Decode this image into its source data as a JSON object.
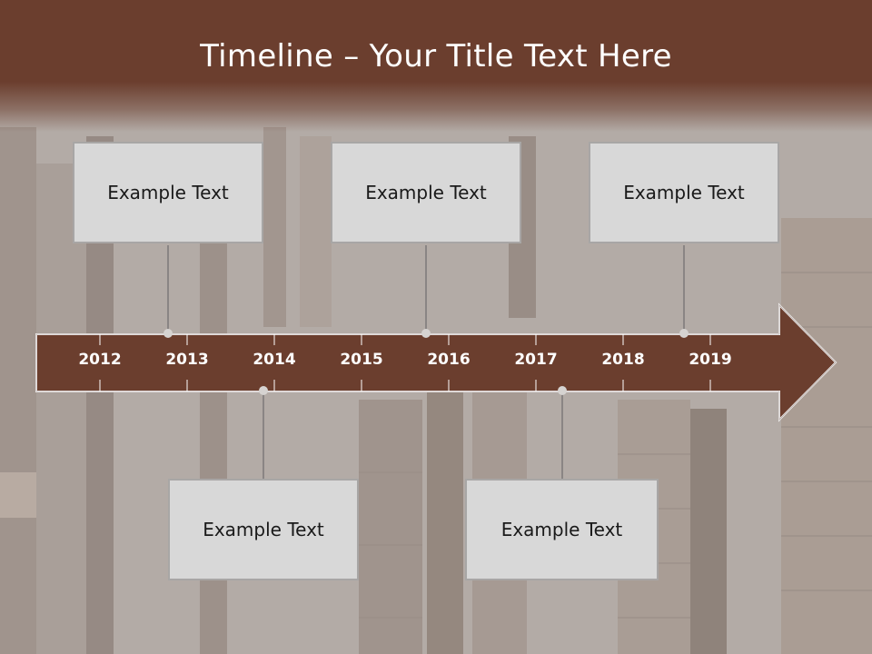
{
  "slide": {
    "title": "Timeline – Your Title Text Here",
    "colors": {
      "accent": "#6b3e2e",
      "box_fill": "#d8d8d8",
      "box_border": "#a8a6a5",
      "connector": "#8a8584"
    }
  },
  "timeline": {
    "years": [
      "2012",
      "2013",
      "2014",
      "2015",
      "2016",
      "2017",
      "2018",
      "2019"
    ]
  },
  "events": {
    "top": [
      {
        "label": "Example Text",
        "year": "2013"
      },
      {
        "label": "Example Text",
        "year": "2016"
      },
      {
        "label": "Example Text",
        "year": "2019"
      }
    ],
    "bottom": [
      {
        "label": "Example Text",
        "year": "2014"
      },
      {
        "label": "Example Text",
        "year": "2017"
      }
    ]
  }
}
